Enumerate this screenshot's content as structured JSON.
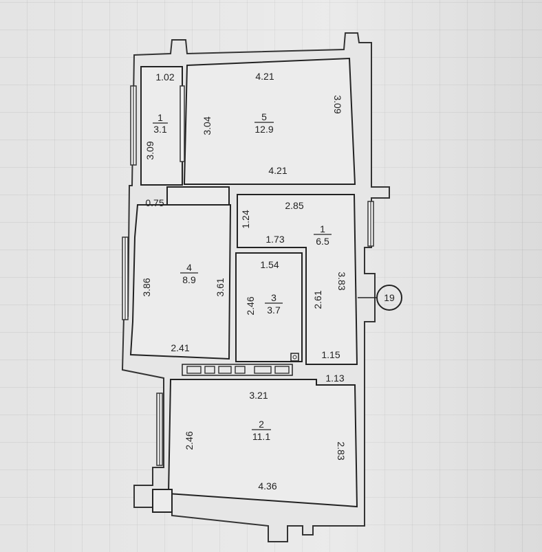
{
  "plan": {
    "rooms": [
      {
        "id": "room-1-balcony",
        "number": "1",
        "area": "3.1"
      },
      {
        "id": "room-5",
        "number": "5",
        "area": "12.9"
      },
      {
        "id": "room-4",
        "number": "4",
        "area": "8.9"
      },
      {
        "id": "room-1-hall",
        "number": "1",
        "area": "6.5"
      },
      {
        "id": "room-3",
        "number": "3",
        "area": "3.7"
      },
      {
        "id": "room-2",
        "number": "2",
        "area": "11.1"
      }
    ],
    "dimensions": {
      "balcony_top": "1.02",
      "balcony_side": "3.09",
      "room5_top": "4.21",
      "room5_right": "3.09",
      "room5_left": "3.04",
      "room5_bottom": "4.21",
      "corridor_left": "0.75",
      "hall_top": "2.85",
      "hall_left": "1.24",
      "hall_mid": "1.73",
      "hall_right": "3.83",
      "hall_inner": "2.61",
      "hall_bottom": "1.15",
      "room4_left": "3.86",
      "room4_right": "3.61",
      "room4_bottom": "2.41",
      "room3_top": "1.54",
      "room3_left": "2.46",
      "room2_top": "3.21",
      "room2_corner": "1.13",
      "room2_left": "2.46",
      "room2_right": "2.83",
      "room2_bottom": "4.36"
    },
    "axis_marker": "19"
  }
}
